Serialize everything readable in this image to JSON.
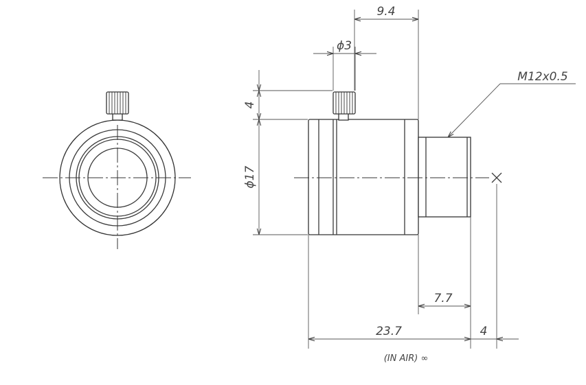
{
  "dimensions": {
    "top_length": "9.4",
    "screw_diameter": "ϕ3",
    "screw_height": "4",
    "body_diameter": "ϕ17",
    "thread_spec": "M12x0.5",
    "back_focus": "7.7",
    "total_length": "23.7",
    "focus_offset": "4",
    "focus_note": "(IN AIR) ∞"
  },
  "colors": {
    "line": "#333333",
    "text": "#444444",
    "background": "#ffffff"
  }
}
